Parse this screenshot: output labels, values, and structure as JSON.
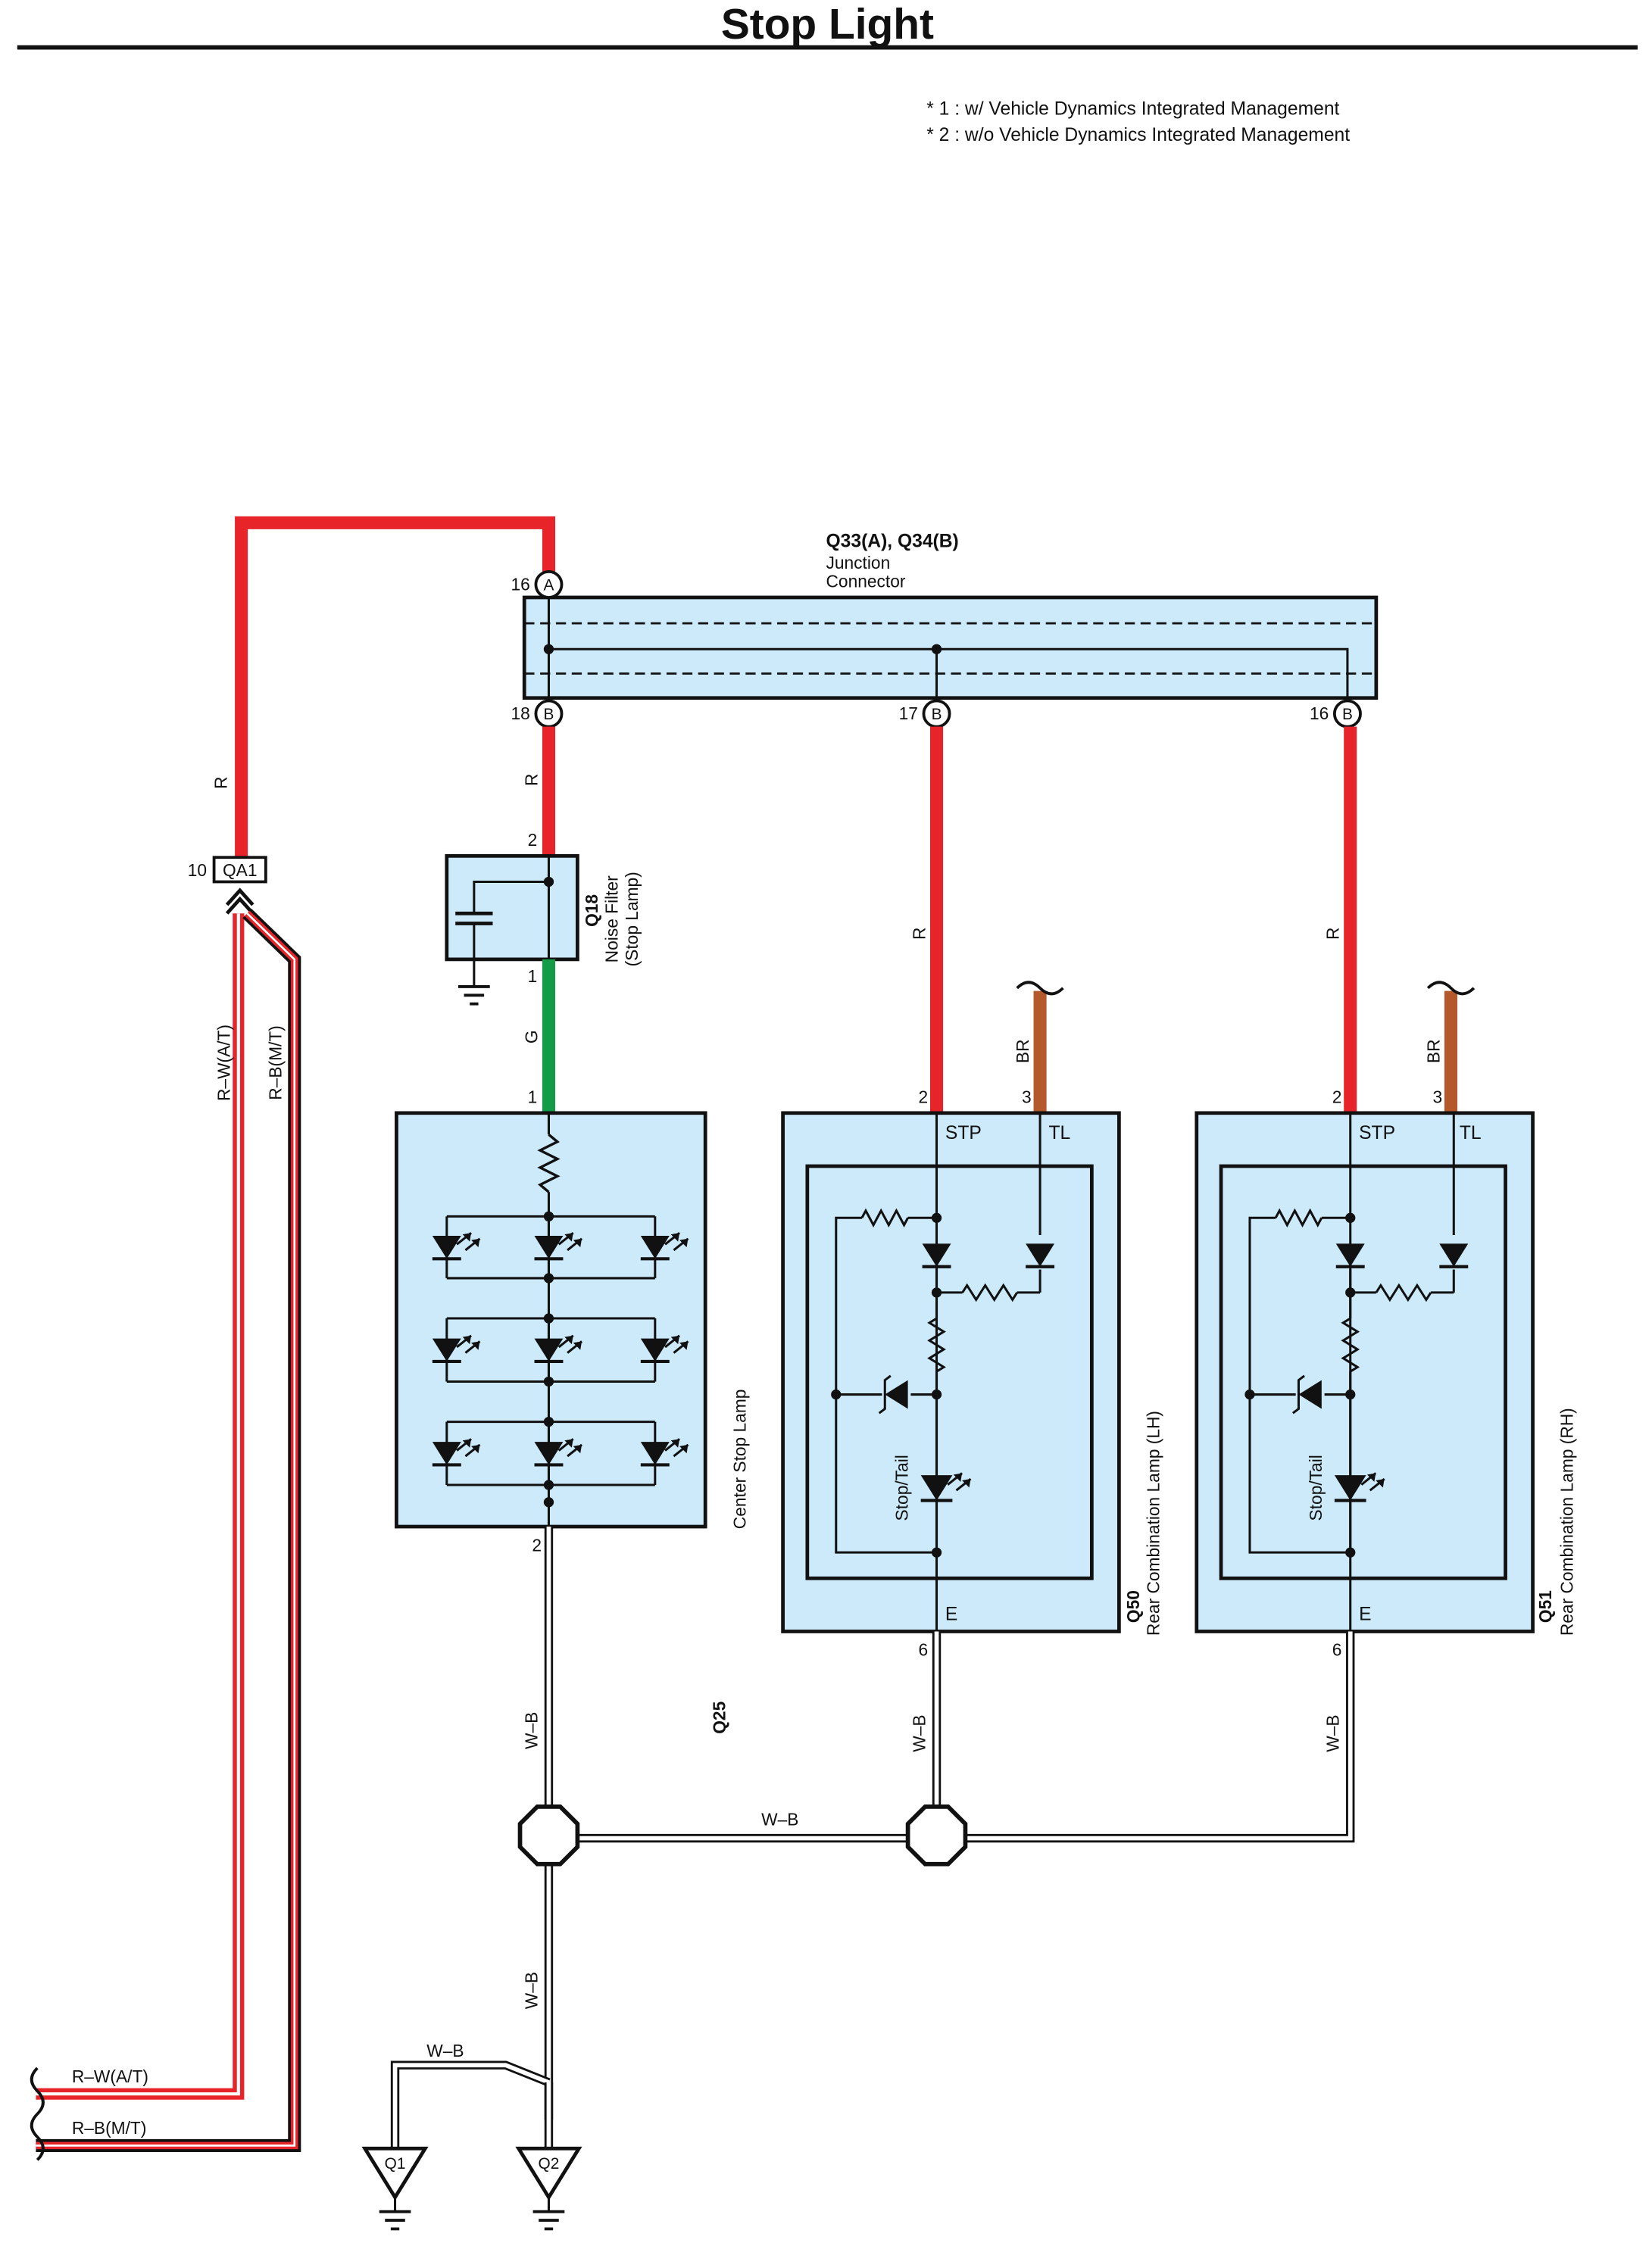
{
  "page": {
    "title": "Stop Light",
    "notes": [
      "* 1 : w/ Vehicle Dynamics Integrated Management",
      "* 2 : w/o Vehicle Dynamics Integrated Management"
    ]
  },
  "colors": {
    "red": "#e8242b",
    "green": "#129c48",
    "brown": "#b3592b",
    "component_fill": "#cdeafa",
    "black": "#111111"
  },
  "junction": {
    "code": "Q33(A), Q34(B)",
    "name_line1": "Junction",
    "name_line2": "Connector",
    "pin_a16_num": "16",
    "pin_a16_letter": "A",
    "pin_b18_num": "18",
    "pin_b18_letter": "B",
    "pin_b17_num": "17",
    "pin_b17_letter": "B",
    "pin_b16_num": "16",
    "pin_b16_letter": "B"
  },
  "connector_qa1": {
    "pin": "10",
    "code": "QA1"
  },
  "noise_filter": {
    "code": "Q18",
    "name_line1": "Noise Filter",
    "name_line2": "(Stop Lamp)",
    "pin_top": "2",
    "pin_bottom": "1"
  },
  "center_lamp": {
    "code": "Q25",
    "name": "Center Stop Lamp",
    "pin_top": "1",
    "pin_bottom": "2"
  },
  "rear_lh": {
    "code": "Q50",
    "name": "Rear Combination Lamp (LH)",
    "pin_stp": "2",
    "pin_tl": "3",
    "pin_e": "6",
    "term_stp": "STP",
    "term_tl": "TL",
    "term_e": "E",
    "led_label": "Stop/Tail"
  },
  "rear_rh": {
    "code": "Q51",
    "name": "Rear Combination Lamp (RH)",
    "pin_stp": "2",
    "pin_tl": "3",
    "pin_e": "6",
    "term_stp": "STP",
    "term_tl": "TL",
    "term_e": "E",
    "led_label": "Stop/Tail"
  },
  "wires": {
    "r": "R",
    "g": "G",
    "br": "BR",
    "wb": "W–B",
    "rw_at": "R–W(A/T)",
    "rb_mt": "R–B(M/T)"
  },
  "grounds": {
    "q1": "Q1",
    "q2": "Q2"
  }
}
